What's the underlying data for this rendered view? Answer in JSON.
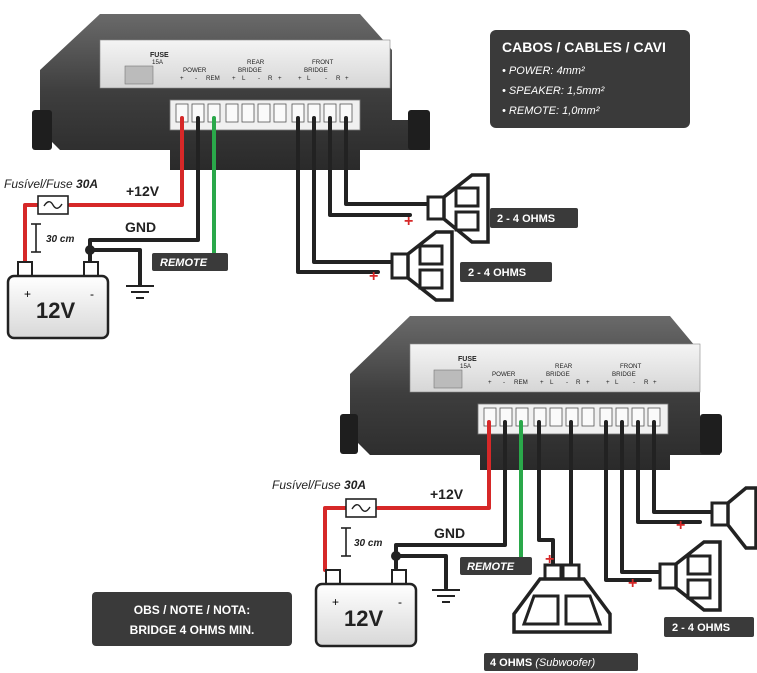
{
  "cables_box": {
    "title": "CABOS / CABLES / CAVI",
    "items": [
      "• POWER: 4mm²",
      "• SPEAKER: 1,5mm²",
      "• REMOTE: 1,0mm²"
    ]
  },
  "amp_top": {
    "fuse_label": "FUSE",
    "fuse_value": "15A",
    "power_label": "POWER",
    "power_pins": [
      "+",
      "-",
      "REM"
    ],
    "rear_label": "REAR",
    "bridge_label": "BRIDGE",
    "front_label": "FRONT",
    "channel_pins": [
      "+",
      "L",
      "-",
      "-",
      "R",
      "+"
    ]
  },
  "amp_bottom": {
    "fuse_label": "FUSE",
    "fuse_value": "15A",
    "power_label": "POWER",
    "power_pins": [
      "+",
      "-",
      "REM"
    ],
    "rear_label": "REAR",
    "bridge_label": "BRIDGE",
    "front_label": "FRONT",
    "channel_pins": [
      "+",
      "L",
      "-",
      "-",
      "R",
      "+"
    ]
  },
  "wiring_top": {
    "fuse_text": "Fusível/Fuse ",
    "fuse_amps": "30A",
    "plus_label": "+12V",
    "gnd_label": "GND",
    "distance": "30 cm",
    "remote_label": "REMOTE",
    "battery": "12V",
    "battery_plus": "+",
    "battery_minus": "-",
    "speaker1_ohms": "2 - 4 OHMS",
    "speaker2_ohms": "2 - 4 OHMS",
    "polarity_plus": "+"
  },
  "wiring_bottom": {
    "fuse_text": "Fusível/Fuse ",
    "fuse_amps": "30A",
    "plus_label": "+12V",
    "gnd_label": "GND",
    "distance": "30 cm",
    "remote_label": "REMOTE",
    "battery": "12V",
    "battery_plus": "+",
    "battery_minus": "-",
    "front_ohms": "2 - 4 OHMS",
    "sub_ohms": "4 OHMS",
    "sub_name": "(Subwoofer)",
    "polarity_plus": "+"
  },
  "note": {
    "line1": "OBS / NOTE / NOTA:",
    "line2": "BRIDGE 4 OHMS MIN."
  },
  "colors": {
    "power_wire": "#d62828",
    "ground_wire": "#222222",
    "remote_wire": "#2aa84a",
    "label_bg": "#3a3a3a",
    "amp_body": "#444444"
  }
}
